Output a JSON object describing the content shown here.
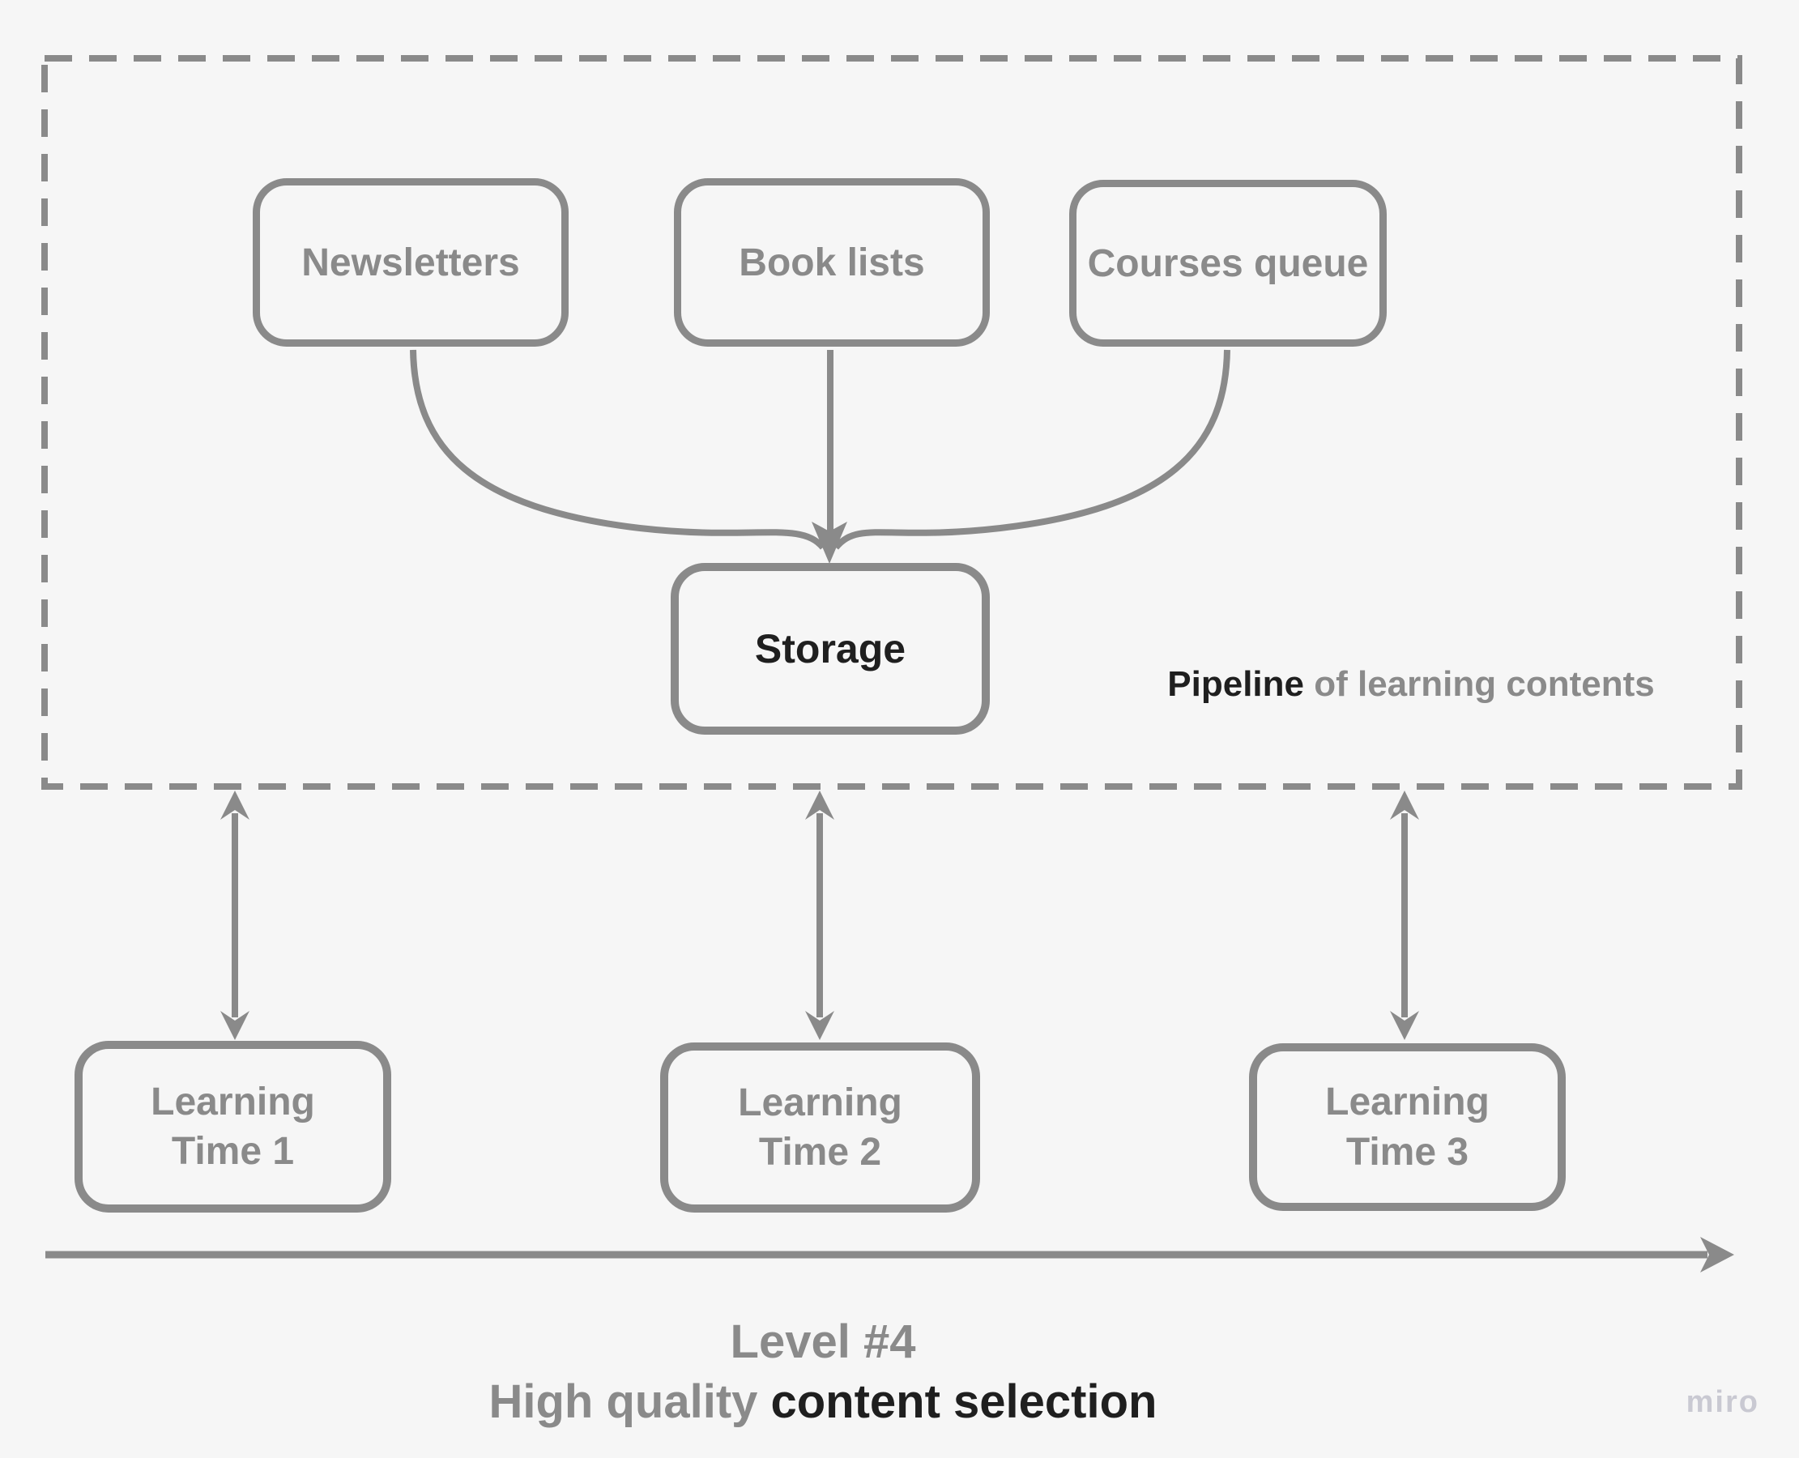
{
  "colors": {
    "background": "#f6f6f6",
    "stroke": "#8a8a8a",
    "text_gray": "#8a8a8a",
    "text_dark": "#1f1f1f",
    "watermark": "#c9c9d2"
  },
  "pipeline": {
    "label_bold": "Pipeline",
    "label_rest": " of learning contents",
    "sources": {
      "newsletters": {
        "label": "Newsletters"
      },
      "book_lists": {
        "label": "Book lists"
      },
      "courses_queue": {
        "label": "Courses queue"
      }
    },
    "storage": {
      "label": "Storage"
    }
  },
  "learning_times": {
    "t1": {
      "label": "Learning\nTime 1"
    },
    "t2": {
      "label": "Learning\nTime 2"
    },
    "t3": {
      "label": "Learning\nTime 3"
    }
  },
  "caption": {
    "line1": "Level #4",
    "line2_gray": "High quality ",
    "line2_dark": "content selection"
  },
  "watermark": "miro"
}
